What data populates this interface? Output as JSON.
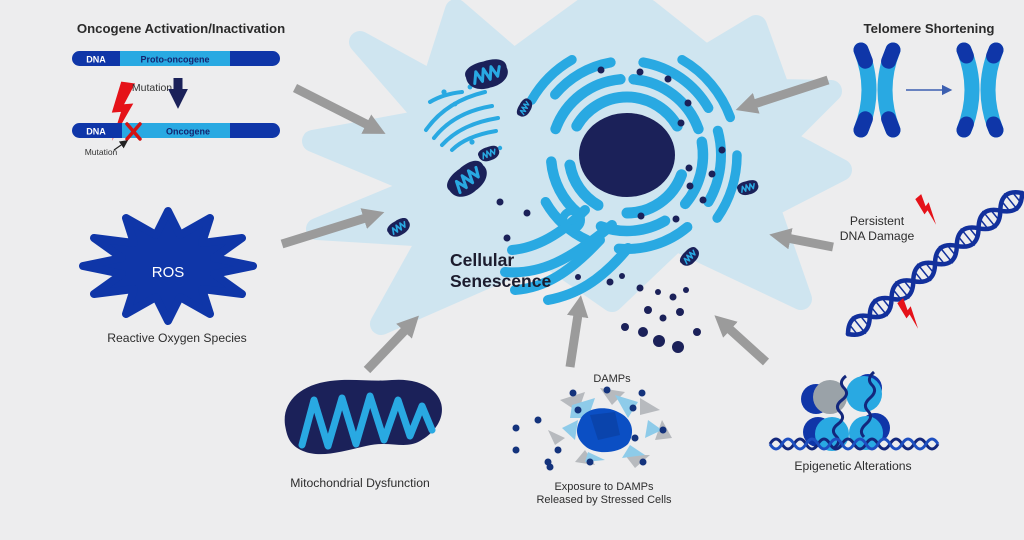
{
  "title": {
    "line1": "Cellular",
    "line2": "Senescence"
  },
  "oncogene": {
    "title": "Oncogene Activation/Inactivation",
    "dna_label": "DNA",
    "proto_oncogene_label": "Proto-oncogene",
    "oncogene_label": "Oncogene",
    "mutation_label": "Mutation",
    "mutation_callout": "Mutation"
  },
  "telomere": {
    "title": "Telomere Shortening"
  },
  "dna_damage": {
    "title_line1": "Persistent",
    "title_line2": "DNA Damage"
  },
  "ros": {
    "label": "ROS",
    "caption": "Reactive Oxygen Species"
  },
  "mitochondria": {
    "caption": "Mitochondrial Dysfunction"
  },
  "damps": {
    "label": "DAMPs",
    "caption_line1": "Exposure to DAMPs",
    "caption_line2": "Released by Stressed Cells"
  },
  "epigenetic": {
    "caption": "Epigenetic Alterations"
  },
  "colors": {
    "background": "#ededee",
    "cell_body": "#cfe5f0",
    "organelle_blue": "#29a9e2",
    "nucleus_navy": "#1b2159",
    "royal_blue": "#0f36a8",
    "arrow_gray": "#9b9b9b",
    "alert_red": "#e51219"
  }
}
